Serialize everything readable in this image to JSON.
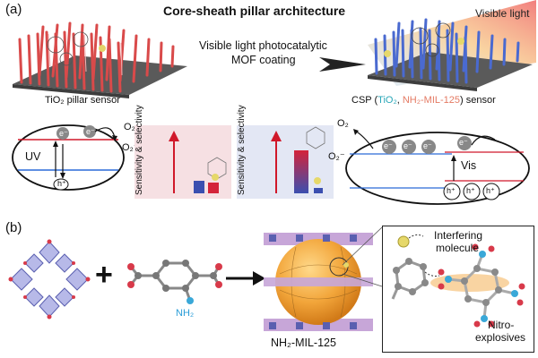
{
  "panel_a": {
    "label": "(a)",
    "title": "Core-sheath pillar architecture",
    "coating_text_1": "Visible light photocatalytic",
    "coating_text_2": "MOF coating",
    "visible_light": "Visible light",
    "left_sensor_label": "TiO₂ pillar sensor",
    "csp_prefix": "CSP (",
    "csp_tio2": "TiO₂",
    "csp_sep": ", ",
    "csp_mof": "NH₂-MIL-125",
    "csp_suffix": ") sensor",
    "left_band": {
      "o2": "O₂",
      "o2_minus": "O₂⁻",
      "electron": "e⁻",
      "hole": "h⁺",
      "uv": "UV"
    },
    "bar_chart_axis": "Sensitivity & selectivity",
    "right_band": {
      "o2": "O₂",
      "o2_minus": "O₂⁻",
      "electron": "e⁻",
      "hole": "h⁺",
      "vis": "Vis"
    },
    "colors": {
      "pink_bg": "#f6e0e3",
      "blue_bg": "#e3e7f4",
      "arrow_red": "#d0182a",
      "bar_red": "#d4243a",
      "bar_blue": "#3b4fb0"
    }
  },
  "panel_b": {
    "label": "(b)",
    "plus": "+",
    "nh2": "NH₂",
    "mof_label": "NH₂-MIL-125",
    "interfering_1": "Interfering",
    "interfering_2": "molecule",
    "nitro_1": "Nitro-",
    "nitro_2": "explosives"
  }
}
